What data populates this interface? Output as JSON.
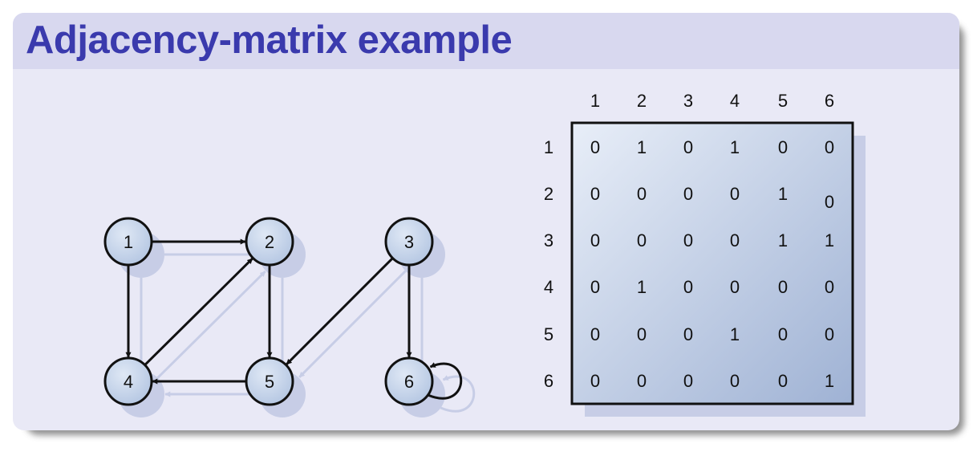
{
  "slide": {
    "title": "Adjacency-matrix example"
  },
  "graph": {
    "nodes": [
      {
        "id": "1",
        "label": "1"
      },
      {
        "id": "2",
        "label": "2"
      },
      {
        "id": "3",
        "label": "3"
      },
      {
        "id": "4",
        "label": "4"
      },
      {
        "id": "5",
        "label": "5"
      },
      {
        "id": "6",
        "label": "6"
      }
    ],
    "edges": [
      {
        "from": "1",
        "to": "2"
      },
      {
        "from": "1",
        "to": "4"
      },
      {
        "from": "2",
        "to": "5"
      },
      {
        "from": "3",
        "to": "5"
      },
      {
        "from": "3",
        "to": "6"
      },
      {
        "from": "4",
        "to": "2"
      },
      {
        "from": "5",
        "to": "4"
      },
      {
        "from": "6",
        "to": "6"
      }
    ]
  },
  "matrix": {
    "col_headers": [
      "1",
      "2",
      "3",
      "4",
      "5",
      "6"
    ],
    "row_headers": [
      "1",
      "2",
      "3",
      "4",
      "5",
      "6"
    ],
    "rows": [
      [
        "0",
        "1",
        "0",
        "1",
        "0",
        "0"
      ],
      [
        "0",
        "0",
        "0",
        "0",
        "1",
        "0"
      ],
      [
        "0",
        "0",
        "0",
        "0",
        "1",
        "1"
      ],
      [
        "0",
        "1",
        "0",
        "0",
        "0",
        "0"
      ],
      [
        "0",
        "0",
        "0",
        "1",
        "0",
        "0"
      ],
      [
        "0",
        "0",
        "0",
        "0",
        "0",
        "1"
      ]
    ]
  },
  "colors": {
    "title": "#3a3aad",
    "node_fill": "#c4d3ea",
    "node_stroke": "#111111",
    "edge": "#111111",
    "shadow": "#c7cde6"
  }
}
